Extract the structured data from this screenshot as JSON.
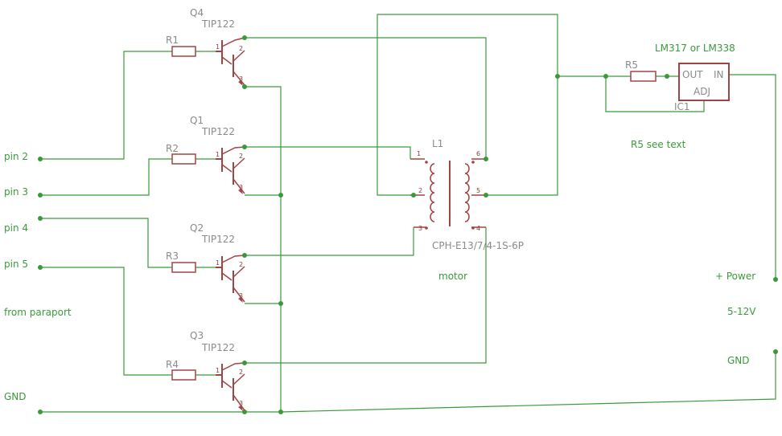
{
  "inputs": {
    "pin2": "pin 2",
    "pin3": "pin 3",
    "pin4": "pin 4",
    "pin5": "pin 5",
    "source": "from paraport",
    "gnd": "GND"
  },
  "transistors": [
    {
      "ref": "Q4",
      "value": "TIP122"
    },
    {
      "ref": "Q1",
      "value": "TIP122"
    },
    {
      "ref": "Q2",
      "value": "TIP122"
    },
    {
      "ref": "Q3",
      "value": "TIP122"
    }
  ],
  "resistors": [
    "R1",
    "R2",
    "R3",
    "R4"
  ],
  "motor": {
    "ref": "L1",
    "part": "CPH-E13/7/4-1S-6P",
    "label": "motor",
    "pins": [
      "1",
      "2",
      "3",
      "4",
      "5",
      "6"
    ]
  },
  "regulator": {
    "title": "LM317 or LM338",
    "ref": "IC1",
    "out": "OUT",
    "in": "IN",
    "adj": "ADJ",
    "resistor": "R5",
    "note": "R5 see text"
  },
  "power": {
    "plus": "+ Power",
    "voltage": "5-12V",
    "gnd": "GND"
  },
  "transistor_pins": [
    "1",
    "2",
    "3"
  ]
}
